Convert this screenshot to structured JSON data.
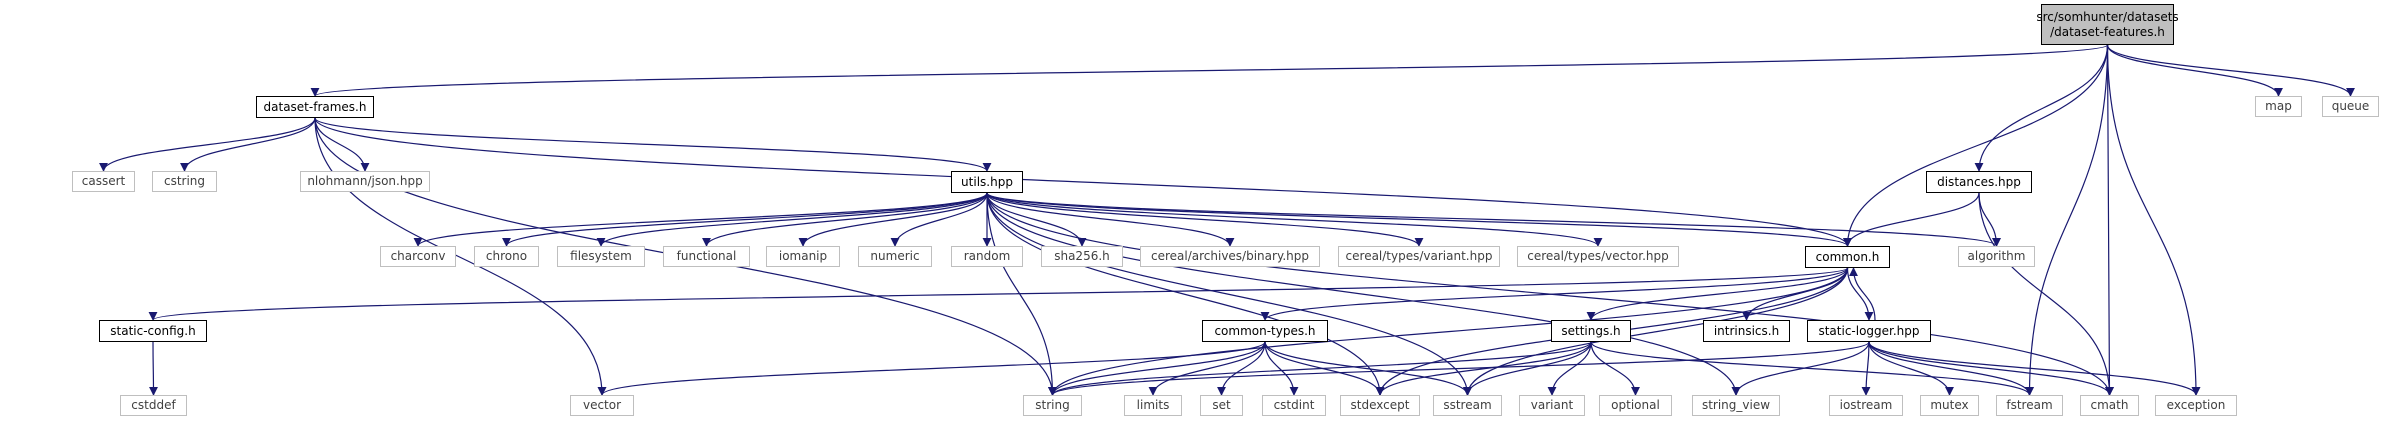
{
  "graph": {
    "title": "src/somhunter/datasets/dataset-features.h",
    "colors": {
      "edge": "#191970",
      "node_border": "#000000",
      "ext_border": "#bfbfbf",
      "root_fill": "#bfbfbf"
    },
    "nodes": {
      "root": {
        "line1": "src/somhunter/datasets",
        "line2": "/dataset-features.h"
      },
      "dataset_frames": "dataset-frames.h",
      "cassert": "cassert",
      "cstring": "cstring",
      "json": "nlohmann/json.hpp",
      "utils": "utils.hpp",
      "distances": "distances.hpp",
      "map": "map",
      "queue": "queue",
      "charconv": "charconv",
      "chrono": "chrono",
      "filesystem": "filesystem",
      "functional": "functional",
      "iomanip": "iomanip",
      "numeric": "numeric",
      "random": "random",
      "sha256": "sha256.h",
      "cereal_binary": "cereal/archives/binary.hpp",
      "cereal_variant": "cereal/types/variant.hpp",
      "cereal_vector": "cereal/types/vector.hpp",
      "common": "common.h",
      "algorithm": "algorithm",
      "static_config": "static-config.h",
      "common_types": "common-types.h",
      "settings": "settings.h",
      "intrinsics": "intrinsics.h",
      "static_logger": "static-logger.hpp",
      "cstddef": "cstddef",
      "vector": "vector",
      "string": "string",
      "limits": "limits",
      "set": "set",
      "cstdint": "cstdint",
      "stdexcept": "stdexcept",
      "sstream": "sstream",
      "variant": "variant",
      "optional": "optional",
      "string_view": "string_view",
      "iostream": "iostream",
      "mutex": "mutex",
      "fstream": "fstream",
      "cmath": "cmath",
      "exception": "exception"
    }
  }
}
